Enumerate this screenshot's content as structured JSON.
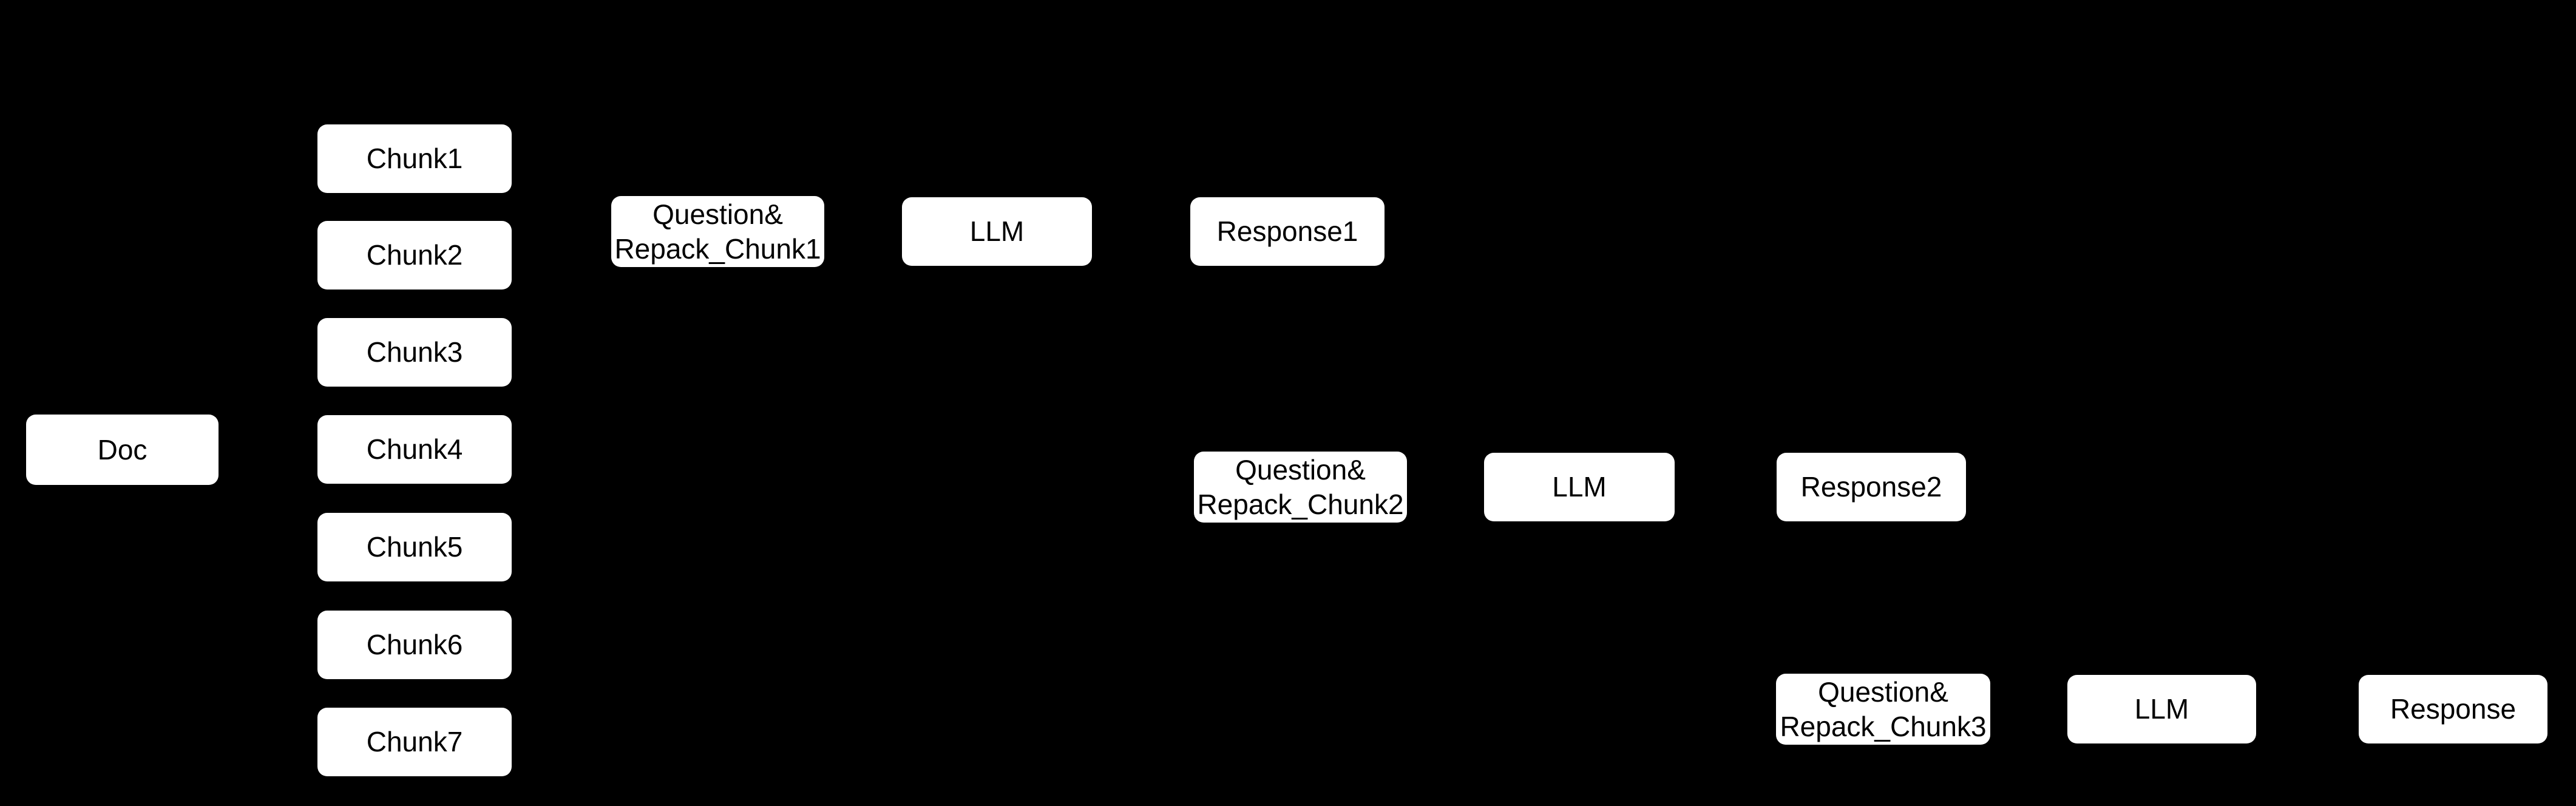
{
  "diagram": {
    "type": "flowchart",
    "background_color": "#000000",
    "node_fill_color": "#ffffff",
    "node_text_color": "#000000",
    "nodes": {
      "doc": {
        "label": "Doc"
      },
      "chunk1": {
        "label": "Chunk1"
      },
      "chunk2": {
        "label": "Chunk2"
      },
      "chunk3": {
        "label": "Chunk3"
      },
      "chunk4": {
        "label": "Chunk4"
      },
      "chunk5": {
        "label": "Chunk5"
      },
      "chunk6": {
        "label": "Chunk6"
      },
      "chunk7": {
        "label": "Chunk7"
      },
      "question_repack_chunk1": {
        "label": "Question&\nRepack_Chunk1"
      },
      "llm1": {
        "label": "LLM"
      },
      "response1": {
        "label": "Response1"
      },
      "question_repack_chunk2": {
        "label": "Question&\nRepack_Chunk2"
      },
      "llm2": {
        "label": "LLM"
      },
      "response2": {
        "label": "Response2"
      },
      "question_repack_chunk3": {
        "label": "Question&\nRepack_Chunk3"
      },
      "llm3": {
        "label": "LLM"
      },
      "response3": {
        "label": "Response"
      }
    }
  }
}
